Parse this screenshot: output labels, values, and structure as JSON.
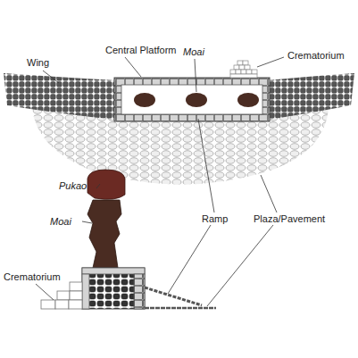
{
  "diagram": {
    "labels": [
      "Wing",
      "Central Platform",
      "Moai",
      "Crematorium",
      "Pukao",
      "Moai",
      "Ramp",
      "Plaza/Pavement",
      "Crematorium"
    ]
  }
}
